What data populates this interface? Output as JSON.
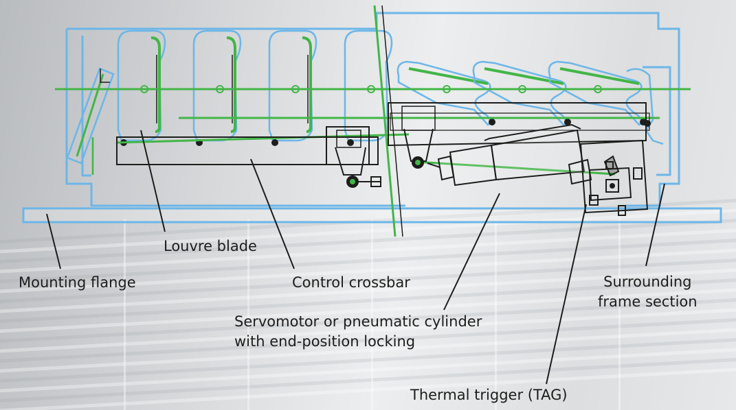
{
  "labels": {
    "louvre_blade": "Louvre blade",
    "mounting_flange": "Mounting flange",
    "control_crossbar": "Control crossbar",
    "surrounding_frame": [
      "Surrounding",
      "frame section"
    ],
    "servomotor": [
      "Servomotor or pneumatic cylinder",
      "with end-position locking"
    ],
    "thermal_trigger": "Thermal trigger (TAG)"
  },
  "colors": {
    "frame_outline": "#6cb6e8",
    "linkage": "#43b547",
    "drawing": "#1d1d1b",
    "label_text": "#1d1d1b"
  }
}
